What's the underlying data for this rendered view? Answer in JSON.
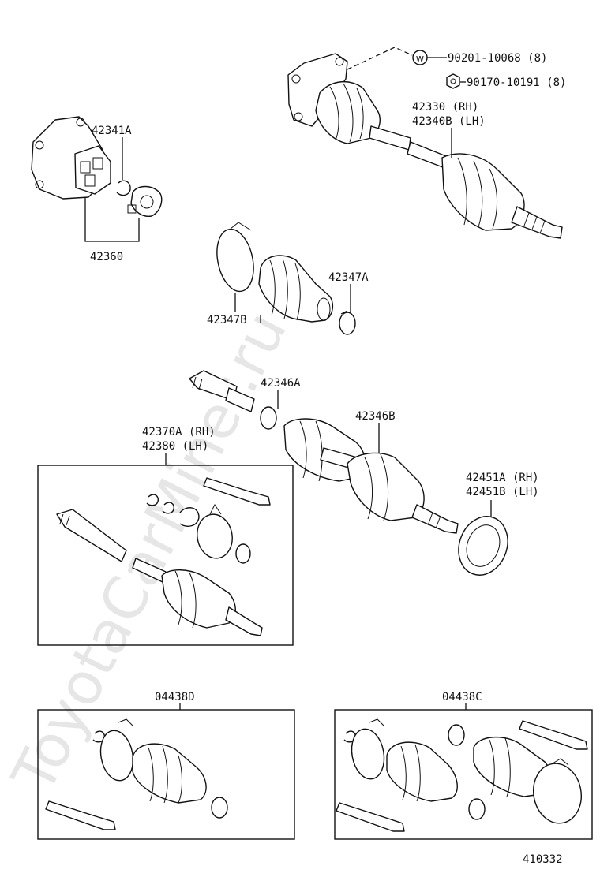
{
  "watermark": "ToyotaCarMiner.ru",
  "figure_number": "410332",
  "labels": {
    "p90201": "90201-10068 (8)",
    "p90170": "90170-10191 (8)",
    "p42341A": "42341A",
    "p42360": "42360",
    "p42330": "42330  (RH)",
    "p42340B": "42340B (LH)",
    "p42347B": "42347B",
    "p42347A": "42347A",
    "p42346A": "42346A",
    "p42346B": "42346B",
    "p42370A": "42370A (RH)",
    "p42380": "42380  (LH)",
    "p42451A": "42451A (RH)",
    "p42451B": "42451B (LH)",
    "p04438D": "04438D",
    "p04438C": "04438C"
  }
}
